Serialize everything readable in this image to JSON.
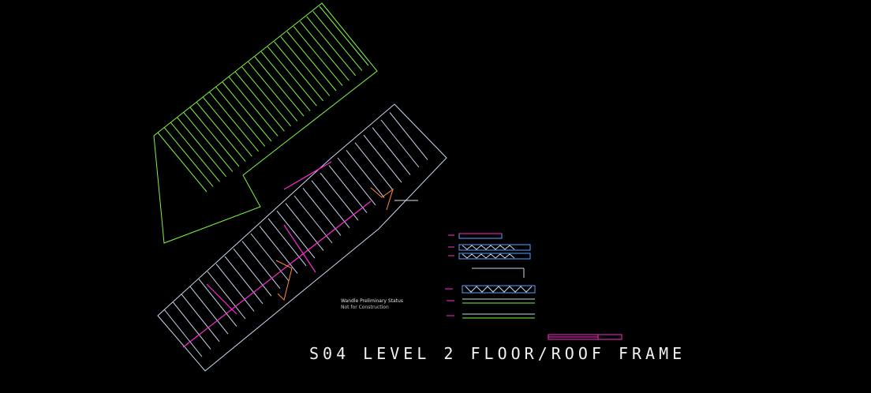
{
  "drawing": {
    "sheet_title": "S04 LEVEL 2 FLOOR/ROOF FRAME",
    "notes": [
      "Wandle Preliminary Status",
      "Not for Construction"
    ],
    "colors": {
      "background": "#000000",
      "upper_frame": "#7ef542",
      "lower_frame": "#c8d7f0",
      "beam": "#ff2ad4",
      "accent": "#ff8a3c",
      "title": "#f2f2f2"
    }
  }
}
